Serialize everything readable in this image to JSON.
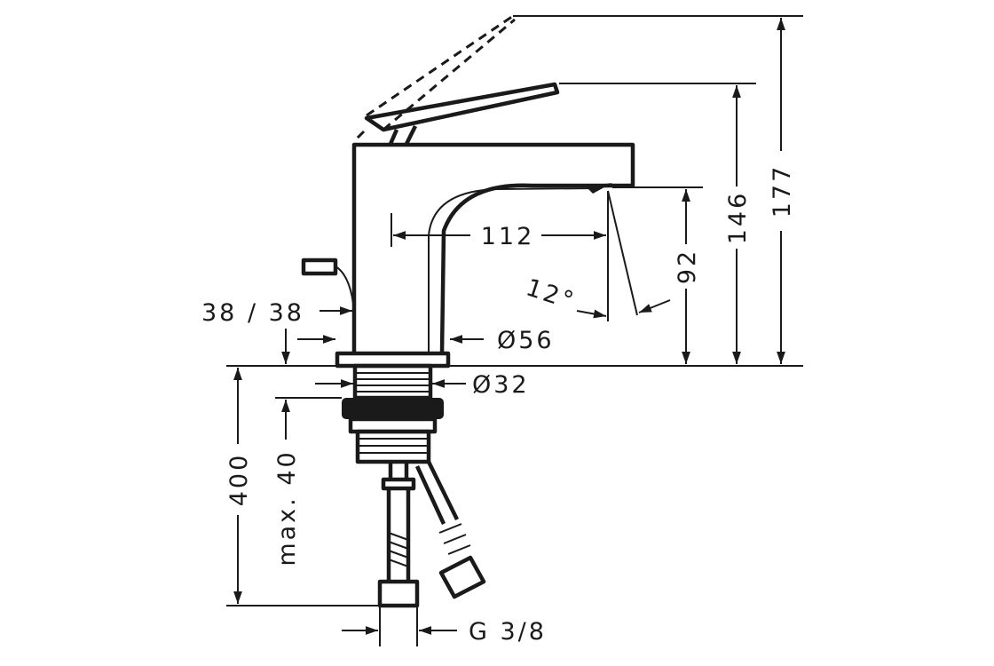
{
  "drawing": {
    "title": "Basin mixer dimension drawing",
    "dimensions": {
      "total_height": "177",
      "lever_height": "146",
      "spout_height": "92",
      "spout_reach": "112",
      "spray_angle": "12°",
      "popup_rod": "38 / 38",
      "body_diameter": "Ø56",
      "thread_diameter": "Ø32",
      "hose_length": "400",
      "max_deck_thickness": "max. 40",
      "connection": "G 3/8"
    },
    "line_color": "#1a1a1a"
  }
}
